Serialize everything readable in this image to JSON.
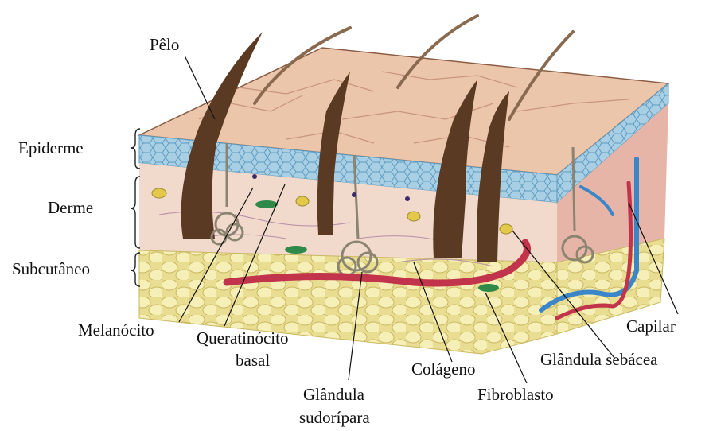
{
  "labels": {
    "pelo": "Pêlo",
    "epiderme": "Epiderme",
    "derme": "Derme",
    "subcutaneo": "Subcutâneo",
    "melanocito": "Melanócito",
    "queratinocito_1": "Queratinócito",
    "queratinocito_2": "basal",
    "glandula_sudoripara_1": "Glândula",
    "glandula_sudoripara_2": "sudorípara",
    "colageno": "Colágeno",
    "fibroblasto": "Fibroblasto",
    "capilar": "Capilar",
    "glandula_sebacea": "Glândula sebácea"
  },
  "colors": {
    "skin_top": "#ecc6ab",
    "epidermis": "#a9cfe4",
    "dermis": "#f1d9cb",
    "fat": "#eee5a3",
    "hair": "#5a3a22",
    "artery": "#c2344b",
    "vein": "#3a86c8",
    "fibroblast": "#2f8a4a"
  }
}
